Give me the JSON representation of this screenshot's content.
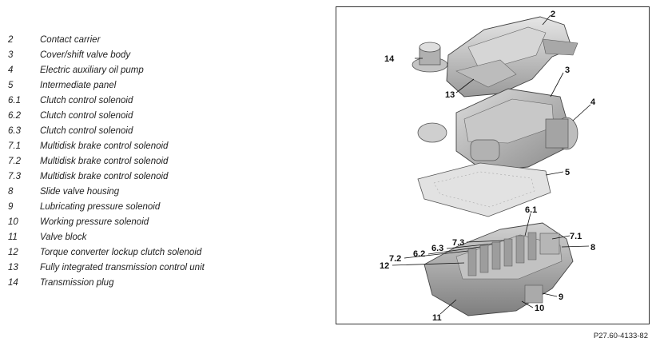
{
  "legend": [
    {
      "num": "2",
      "text": "Contact carrier"
    },
    {
      "num": "3",
      "text": "Cover/shift valve body"
    },
    {
      "num": "4",
      "text": "Electric auxiliary oil pump"
    },
    {
      "num": "5",
      "text": "Intermediate panel"
    },
    {
      "num": "6.1",
      "text": "Clutch control solenoid"
    },
    {
      "num": "6.2",
      "text": "Clutch control solenoid"
    },
    {
      "num": "6.3",
      "text": "Clutch control solenoid"
    },
    {
      "num": "7.1",
      "text": "Multidisk brake control solenoid"
    },
    {
      "num": "7.2",
      "text": "Multidisk brake control solenoid"
    },
    {
      "num": "7.3",
      "text": "Multidisk brake control solenoid"
    },
    {
      "num": "8",
      "text": "Slide valve housing"
    },
    {
      "num": "9",
      "text": "Lubricating pressure solenoid"
    },
    {
      "num": "10",
      "text": "Working pressure solenoid"
    },
    {
      "num": "11",
      "text": "Valve block"
    },
    {
      "num": "12",
      "text": "Torque converter lockup clutch solenoid"
    },
    {
      "num": "13",
      "text": "Fully integrated transmission control unit"
    },
    {
      "num": "14",
      "text": "Transmission plug"
    }
  ],
  "figure": {
    "callouts": {
      "c2": "2",
      "c14": "14",
      "c13": "13",
      "c3": "3",
      "c4": "4",
      "c5": "5",
      "c61": "6.1",
      "c71": "7.1",
      "c73": "7.3",
      "c63": "6.3",
      "c62": "6.2",
      "c72": "7.2",
      "c12": "12",
      "c8": "8",
      "c9": "9",
      "c10": "10",
      "c11": "11"
    },
    "reference": "P27.60-4133-82"
  }
}
